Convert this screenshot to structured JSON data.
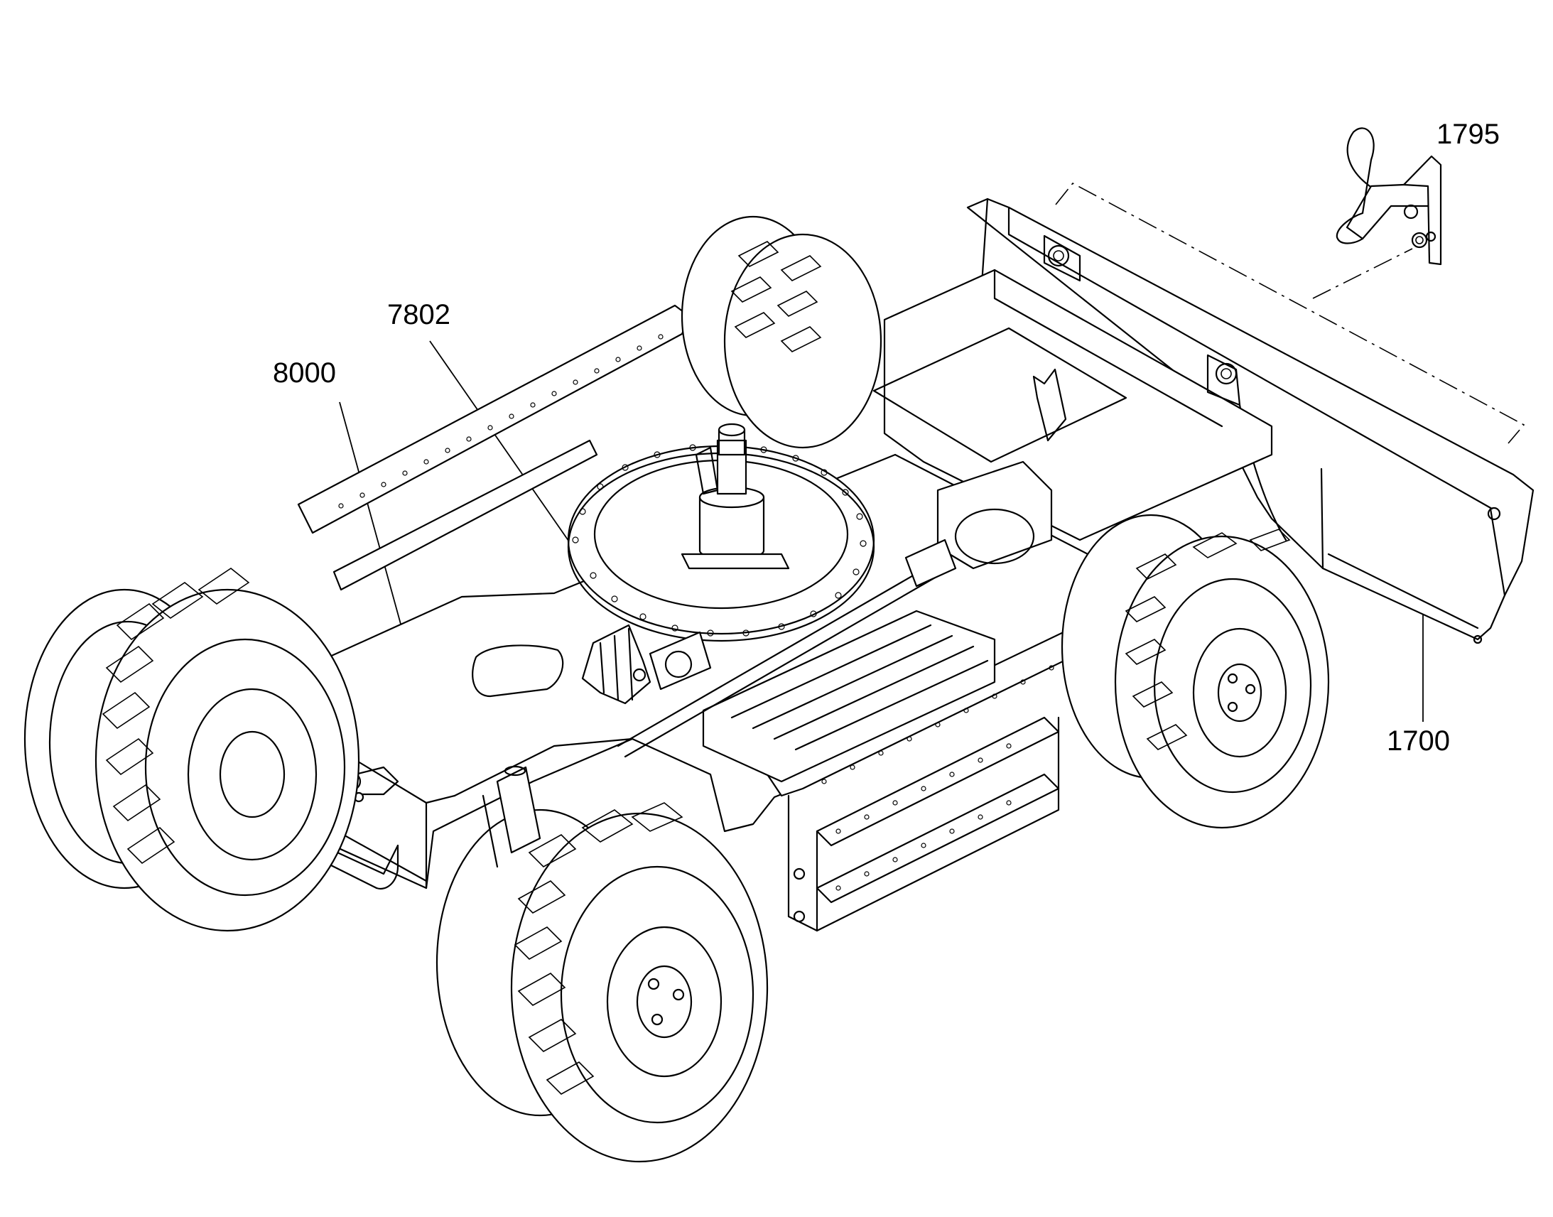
{
  "diagram": {
    "callouts": [
      {
        "id": "c1795",
        "label": "1795",
        "part": "hitch-pin-bracket"
      },
      {
        "id": "c7802",
        "label": "7802",
        "part": "hydraulic-valve"
      },
      {
        "id": "c8000",
        "label": "8000",
        "part": "undercarriage-frame"
      },
      {
        "id": "c1700",
        "label": "1700",
        "part": "dozer-blade"
      }
    ]
  }
}
